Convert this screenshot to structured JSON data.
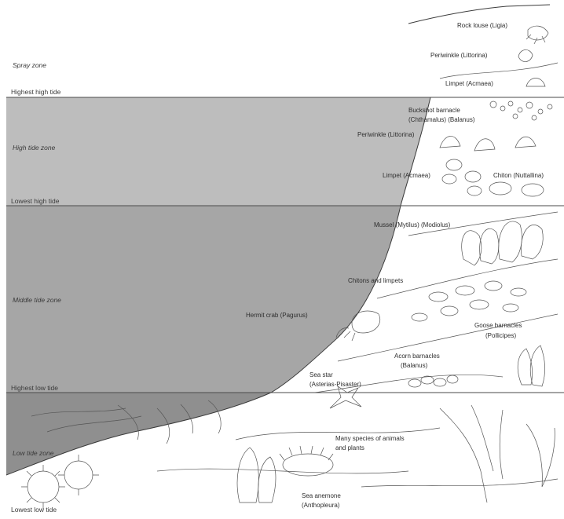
{
  "zones": {
    "spray": "Spray zone",
    "high": "High tide zone",
    "middle": "Middle tide zone",
    "low": "Low tide zone"
  },
  "tide_lines": {
    "highest_high": "Highest high tide",
    "lowest_high": "Lowest high tide",
    "highest_low": "Highest low tide",
    "lowest_low": "Lowest low tide"
  },
  "organisms": {
    "rock_louse": "Rock louse (Ligia)",
    "periwinkle_top": "Periwinkle (Littorina)",
    "limpet_top": "Limpet (Acmaea)",
    "buckshot_1": "Buckshot barnacle",
    "buckshot_2": "(Chthamalus) (Balanus)",
    "periwinkle_high": "Periwinkle (Littorina)",
    "limpet_high": "Limpet (Acmaea)",
    "chiton": "Chiton (Nuttallina)",
    "mussel": "Mussel (Mytilus) (Modiolus)",
    "chitons_limpets": "Chitons and limpets",
    "hermit": "Hermit crab (Pagurus)",
    "goose_1": "Goose barnacles",
    "goose_2": "(Pollicipes)",
    "acorn_1": "Acorn barnacles",
    "acorn_2": "(Balanus)",
    "seastar_1": "Sea star",
    "seastar_2": "(Asterias-Pisaster)",
    "many_1": "Many species of animals",
    "many_2": "and plants",
    "anemone_1": "Sea anemone",
    "anemone_2": "(Anthopleura)"
  },
  "colors": {
    "high_zone": "#bdbdbd",
    "middle_zone": "#a6a6a6",
    "low_zone": "#8f8f8f",
    "line": "#4a4a4a"
  }
}
